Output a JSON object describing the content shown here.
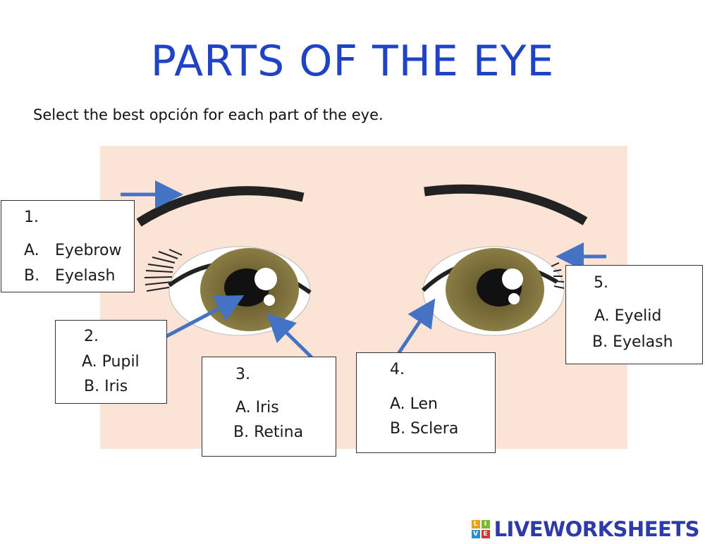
{
  "title": "PARTS OF THE EYE",
  "instruction": "Select the best opción for each part of the eye.",
  "questions": [
    {
      "number": "1.",
      "option_a": "A.",
      "option_a_text": "Eyebrow",
      "option_b": "B.",
      "option_b_text": "Eyelash"
    },
    {
      "number": "2.",
      "option_a": "A. Pupil",
      "option_b": "B. Iris"
    },
    {
      "number": "3.",
      "option_a": "A. Iris",
      "option_b": "B. Retina"
    },
    {
      "number": "4.",
      "option_a": "A. Len",
      "option_b": "B. Sclera"
    },
    {
      "number": "5.",
      "option_a": "A. Eyelid",
      "option_b": "B. Eyelash"
    }
  ],
  "logo": {
    "text": "LIVEWORKSHEETS",
    "mark": [
      "L",
      "I",
      "V",
      "E"
    ]
  },
  "colors": {
    "title": "#1f43c4",
    "arrow": "#4472c4",
    "skin": "#fbe3d6",
    "iris": "#7a6d3a",
    "brow": "#222222"
  }
}
